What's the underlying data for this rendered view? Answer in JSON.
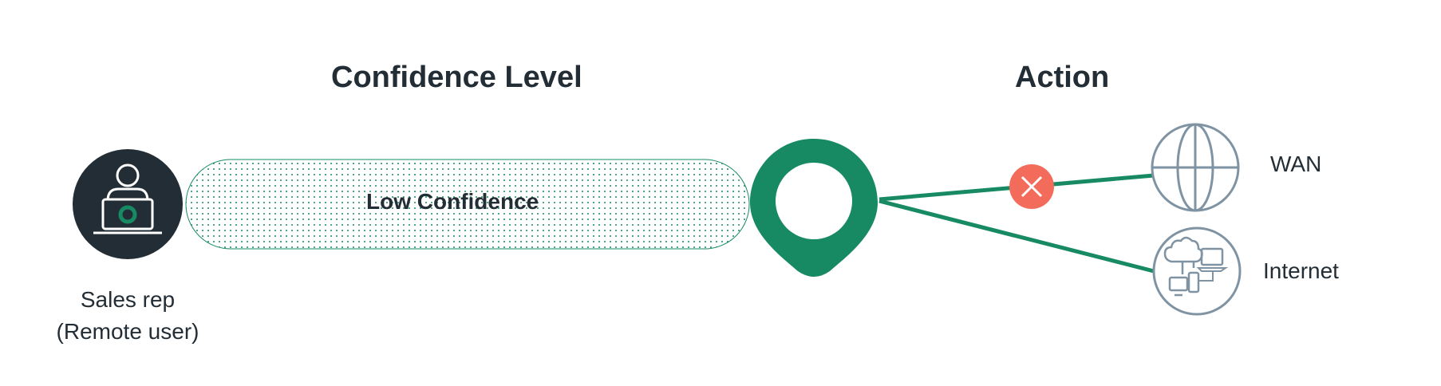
{
  "headings": {
    "confidence_level": "Confidence Level",
    "action": "Action"
  },
  "user": {
    "line1": "Sales rep",
    "line2": "(Remote user)"
  },
  "confidence_bar": {
    "label": "Low Confidence"
  },
  "destinations": {
    "wan": "WAN",
    "internet": "Internet"
  },
  "colors": {
    "dark": "#232d35",
    "green": "#178a64",
    "blocked": "#f26b5b",
    "icon_outline": "#7f93a3"
  },
  "icons": {
    "user": "person-at-laptop-icon",
    "policy_point": "location-pin-icon",
    "blocked": "x-circle-icon",
    "wan": "globe-icon",
    "internet": "cloud-devices-icon"
  }
}
